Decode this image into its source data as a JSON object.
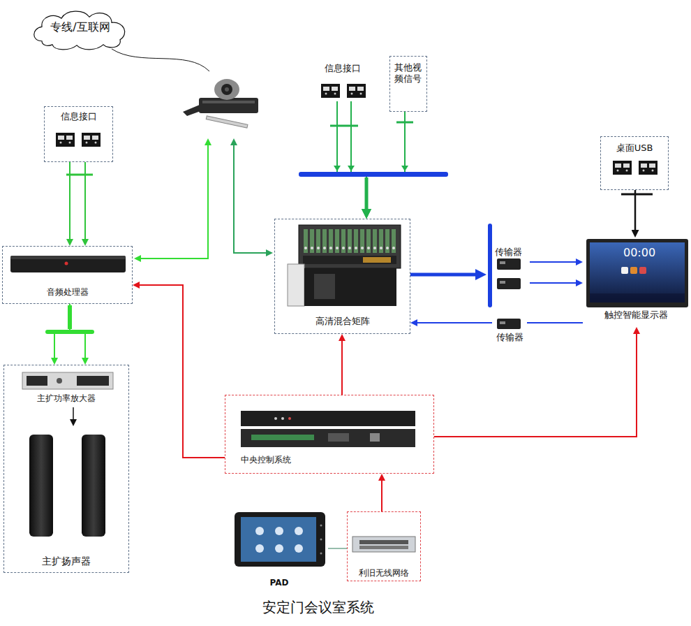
{
  "diagram": {
    "caption": "安定门会议室系统",
    "nodes": [
      {
        "text": [
          "专线/互联网"
        ]
      },
      {
        "text": [
          "信息接口"
        ]
      },
      {
        "text": [
          "其他视频信号"
        ]
      },
      {
        "text": [
          "信息接口"
        ]
      },
      {
        "text": [
          "桌面USB"
        ]
      },
      {
        "text": [
          "音频处理器"
        ]
      },
      {
        "text": [
          "高清混合矩阵"
        ]
      },
      {
        "text": [
          "传输器"
        ]
      },
      {
        "text": [
          "触控智能显示器"
        ]
      },
      {
        "text": [
          "传输器"
        ]
      },
      {
        "text": [
          "主扩功率放大器",
          "主扩扬声器"
        ]
      },
      {
        "text": [
          "中央控制系统"
        ]
      },
      {
        "text": [
          "PAD"
        ]
      },
      {
        "text": [
          "利旧无线网络"
        ]
      }
    ],
    "edges": [
      {
        "from": 3,
        "to": 5,
        "arrow": "to"
      },
      {
        "from": 3,
        "to": 5,
        "arrow": "to"
      },
      {
        "from": 1,
        "to": 6,
        "arrow": "to"
      },
      {
        "from": 1,
        "to": 6,
        "arrow": "to"
      },
      {
        "from": 2,
        "to": 6,
        "arrow": "to"
      },
      {
        "from": 6,
        "to": 7,
        "arrow": "to"
      },
      {
        "from": 7,
        "to": 8,
        "arrow": "to"
      },
      {
        "from": 7,
        "to": 8,
        "arrow": "to"
      },
      {
        "from": 8,
        "to": 9,
        "arrow": "none"
      },
      {
        "from": 9,
        "to": 6,
        "arrow": "to"
      },
      {
        "from": 4,
        "to": 8,
        "arrow": "to"
      },
      {
        "from": 5,
        "to": 10,
        "arrow": "to"
      },
      {
        "from": 5,
        "to": 10,
        "arrow": "to"
      },
      {
        "from": 11,
        "to": 6,
        "arrow": "to"
      },
      {
        "from": 11,
        "to": 5,
        "arrow": "to"
      },
      {
        "from": 11,
        "to": 8,
        "arrow": "to"
      },
      {
        "from": 13,
        "to": 11,
        "arrow": "to"
      },
      {
        "from": 12,
        "to": 13,
        "arrow": "none"
      }
    ],
    "labels": [
      "00:00"
    ]
  }
}
